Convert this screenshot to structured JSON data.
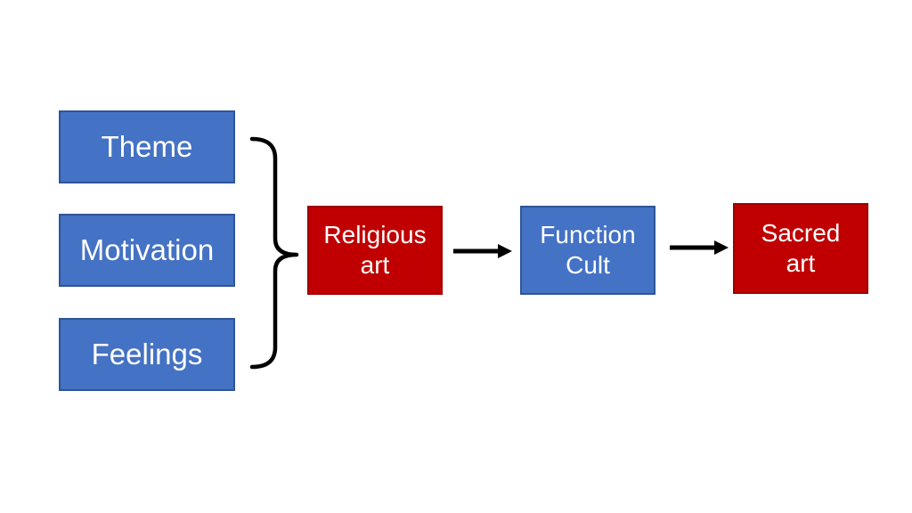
{
  "canvas": {
    "background": "#ffffff"
  },
  "colors": {
    "blue_fill": "#4472C4",
    "blue_border": "#2F5597",
    "red_fill": "#C00000",
    "red_border": "#9E0000",
    "text": "#FFFFFF",
    "connector": "#000000"
  },
  "diagram": {
    "input_group": {
      "items": [
        {
          "label": "Theme",
          "style": "blue"
        },
        {
          "label": "Motivation",
          "style": "blue"
        },
        {
          "label": "Feelings",
          "style": "blue"
        }
      ]
    },
    "flow": [
      {
        "label": "Religious\nart",
        "style": "red"
      },
      {
        "label": "Function\nCult",
        "style": "blue"
      },
      {
        "label": "Sacred\nart",
        "style": "red"
      }
    ],
    "connectors": [
      {
        "type": "brace",
        "from": "input_group",
        "to": "Religious art"
      },
      {
        "type": "arrow",
        "from": "Religious art",
        "to": "Function Cult"
      },
      {
        "type": "arrow",
        "from": "Function Cult",
        "to": "Sacred art"
      }
    ]
  }
}
